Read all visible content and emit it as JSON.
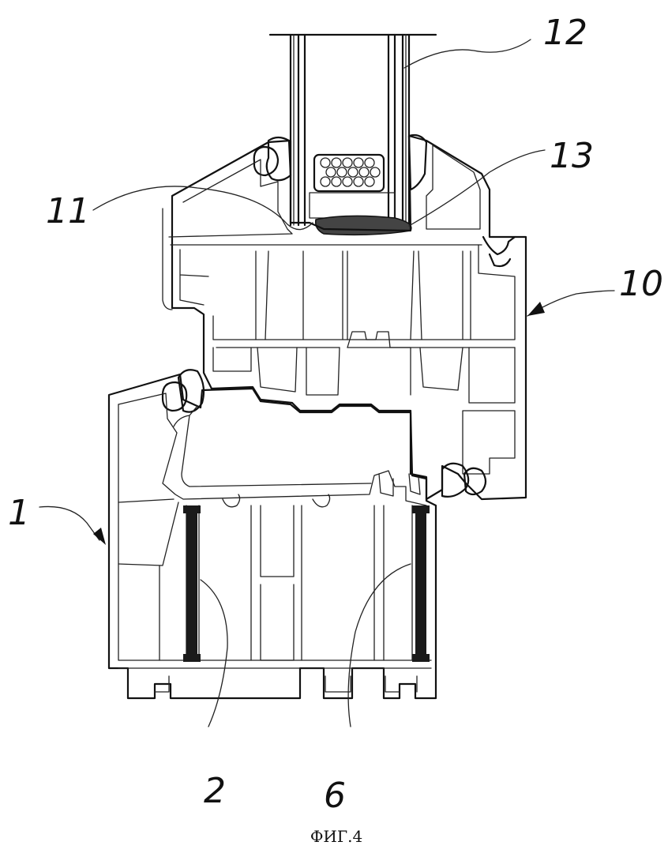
{
  "figure": {
    "caption": "ФИГ.4",
    "labels": {
      "profile": "1",
      "reinforcement_left": "2",
      "reinforcement_right": "6",
      "sash": "10",
      "seal": "11",
      "glass": "12",
      "spacer": "13"
    }
  }
}
